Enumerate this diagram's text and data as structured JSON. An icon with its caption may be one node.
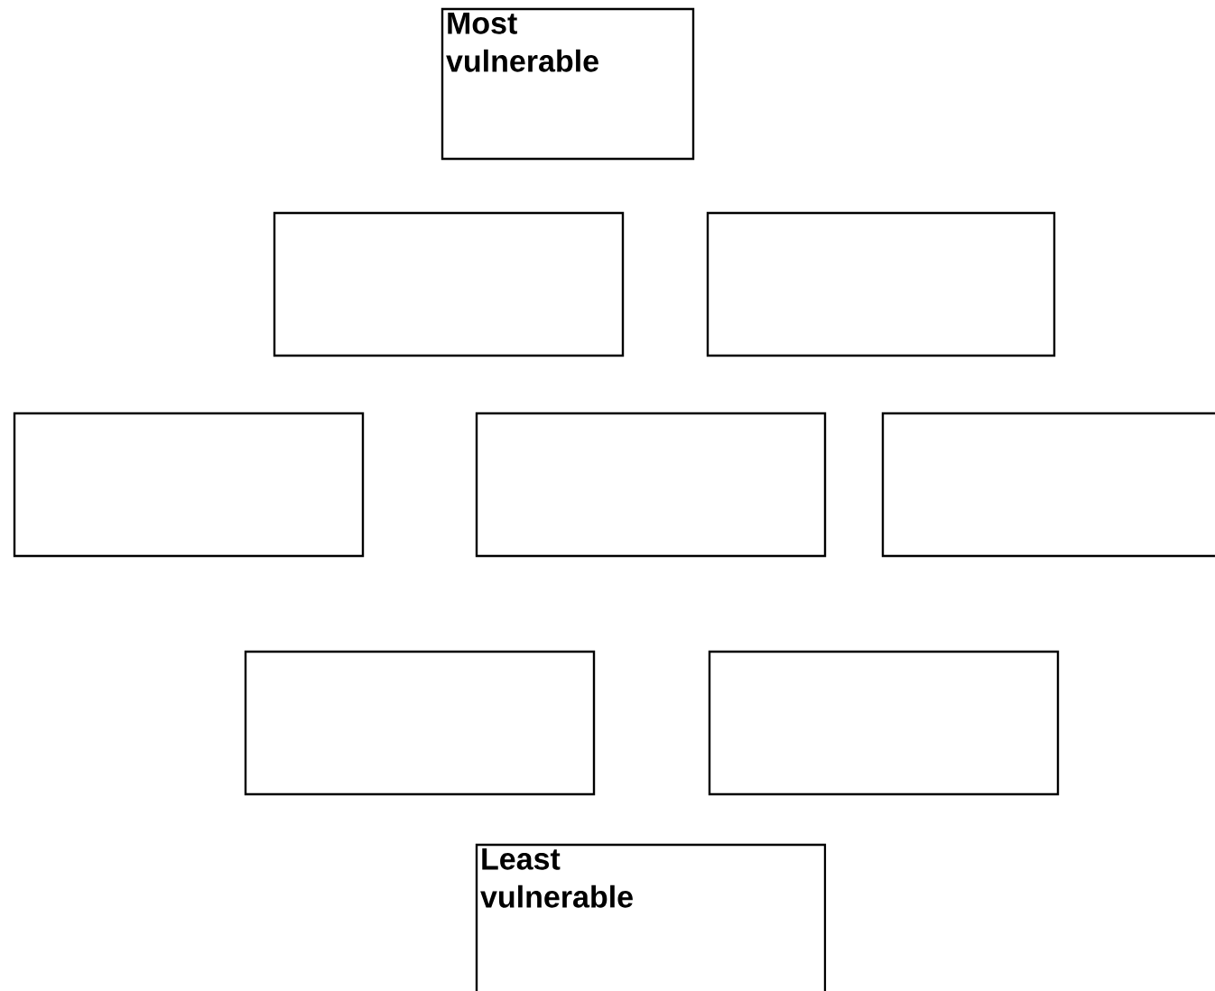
{
  "diagram": {
    "nodes": [
      {
        "text": [
          "Most vulnerable"
        ]
      },
      {
        "text": [],
        "shape": "box"
      },
      {
        "text": [],
        "shape": "box"
      },
      {
        "text": [],
        "shape": "box"
      },
      {
        "text": [],
        "shape": "box"
      },
      {
        "text": [],
        "shape": "box"
      },
      {
        "text": [],
        "shape": "box"
      },
      {
        "text": [],
        "shape": "box"
      },
      {
        "text": [
          "Least vulnerable"
        ]
      }
    ]
  }
}
